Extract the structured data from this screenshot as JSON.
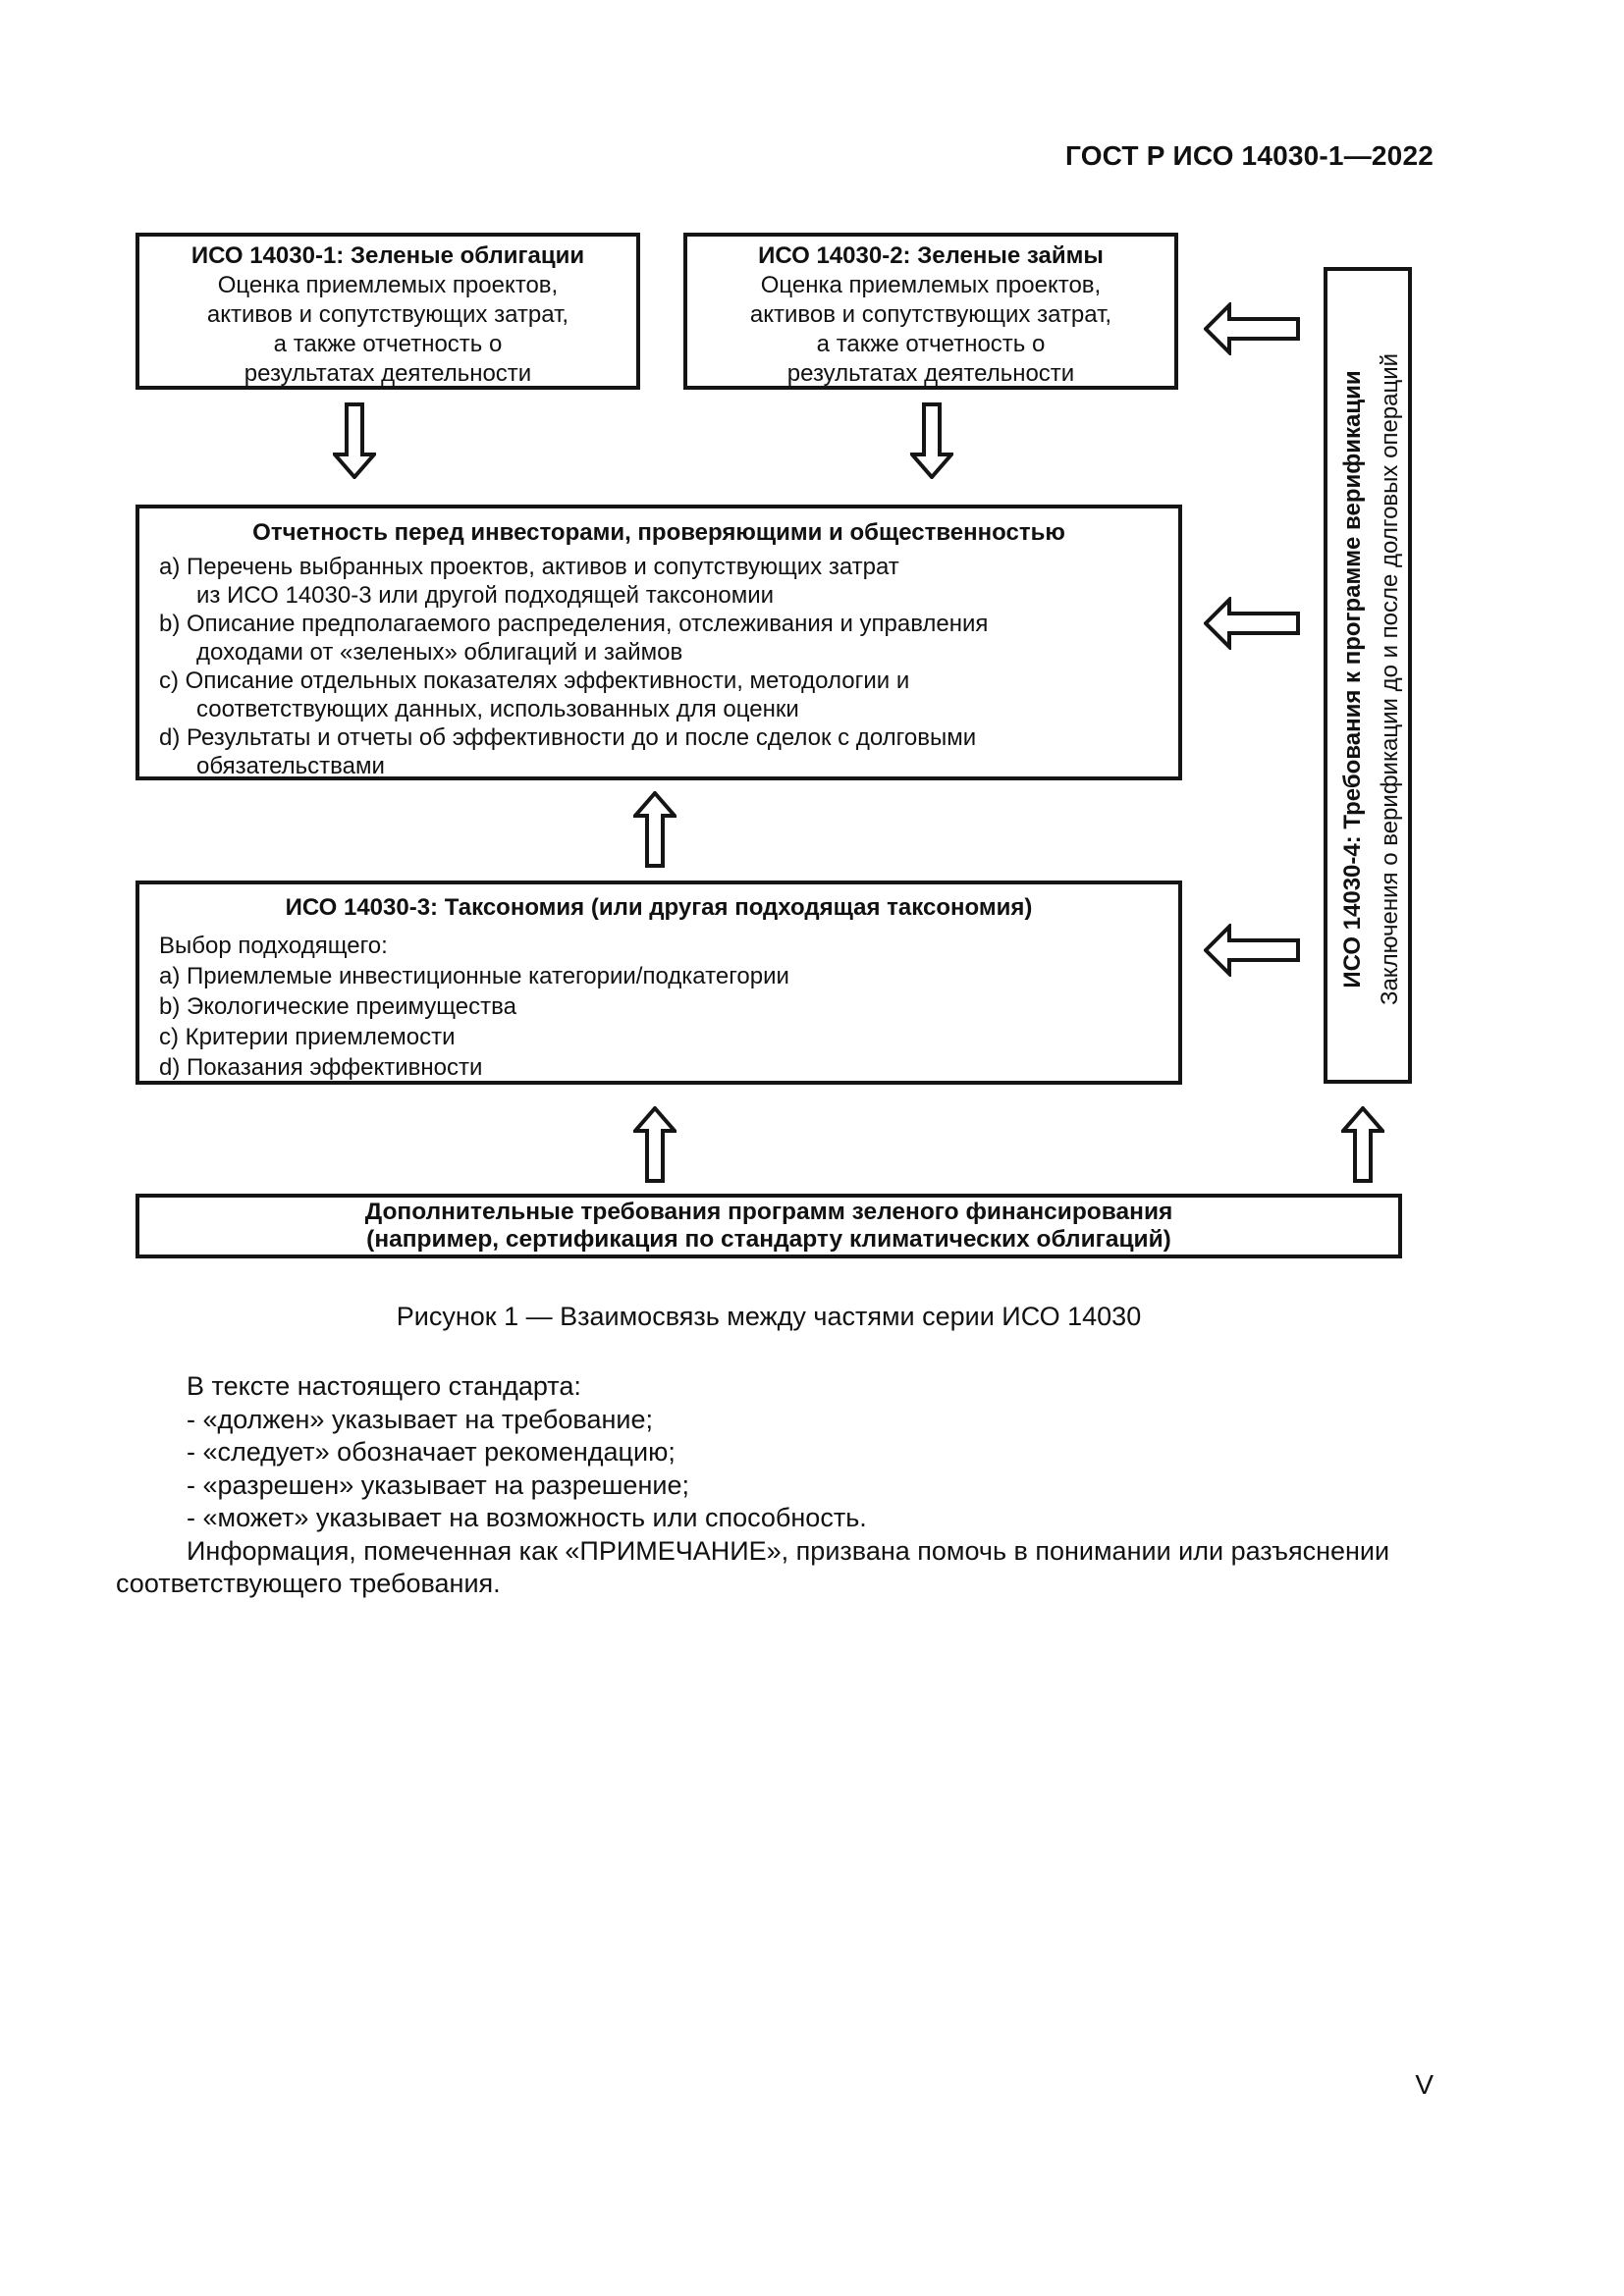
{
  "page": {
    "header": "ГОСТ Р ИСО 14030-1—2022",
    "page_number": "V"
  },
  "figure": {
    "box_iso_14030_1": {
      "title": "ИСО 14030-1: Зеленые облигации",
      "lines": [
        "Оценка приемлемых проектов,",
        "активов и сопутствующих затрат,",
        "а также отчетность о",
        "результатах деятельности"
      ]
    },
    "box_iso_14030_2": {
      "title": "ИСО 14030-2: Зеленые займы",
      "lines": [
        "Оценка приемлемых проектов,",
        "активов и сопутствующих затрат,",
        "а также отчетность о",
        "результатах деятельности"
      ]
    },
    "box_reporting": {
      "title": "Отчетность перед инвесторами, проверяющими и общественностью",
      "lines": [
        "a) Перечень выбранных проектов, активов и сопутствующих затрат",
        "из ИСО 14030-3 или другой подходящей таксономии",
        "b) Описание предполагаемого распределения, отслеживания и управления",
        "доходами от «зеленых» облигаций и займов",
        "c) Описание отдельных показателях эффективности, методологии и",
        "соответствующих данных, использованных для оценки",
        "d) Результаты и отчеты об эффективности до и после сделок с долговыми",
        "обязательствами"
      ]
    },
    "box_taxonomy": {
      "title": "ИСО 14030-3: Таксономия (или другая подходящая таксономия)",
      "intro": "Выбор подходящего:",
      "items": [
        "a) Приемлемые инвестиционные категории/подкатегории",
        "b) Экологические преимущества",
        "c) Критерии приемлемости",
        "d) Показания эффективности"
      ]
    },
    "box_verification": {
      "line_bold": "ИСО 14030-4: Требования к программе верификации",
      "line_regular": "Заключения о верификации до и после долговых операций"
    },
    "box_additional": {
      "lines": [
        "Дополнительные требования программ зеленого финансирования",
        "(например, сертификация по стандарту климатических облигаций)"
      ]
    },
    "caption": "Рисунок 1 — Взаимосвязь между частями серии ИСО 14030"
  },
  "body": {
    "lines": [
      "В тексте настоящего стандарта:",
      "- «должен» указывает на требование;",
      "- «следует» обозначает рекомендацию;",
      "- «разрешен» указывает на разрешение;",
      "- «может» указывает на возможность или способность.",
      "Информация, помеченная как «ПРИМЕЧАНИЕ», призвана помочь в понимании или разъяснении",
      "соответствующего требования."
    ]
  }
}
